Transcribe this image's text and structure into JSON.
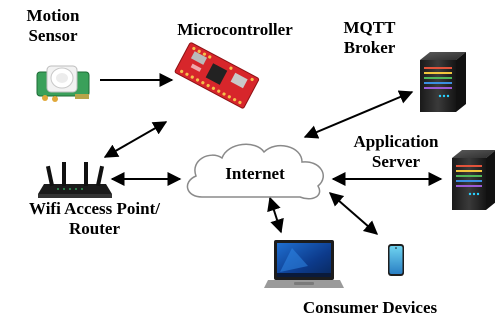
{
  "nodes": {
    "motion_sensor": {
      "line1": "Motion",
      "line2": "Sensor"
    },
    "microcontroller": {
      "label": "Microcontroller"
    },
    "mqtt_broker": {
      "line1": "MQTT",
      "line2": "Broker"
    },
    "application_server": {
      "line1": "Application",
      "line2": "Server"
    },
    "internet": {
      "label": "Internet"
    },
    "wifi_router": {
      "line1": "Wifi Access Point/",
      "line2": "Router"
    },
    "consumer_devices": {
      "label": "Consumer Devices"
    }
  },
  "icons": {
    "motion_sensor": "pir-sensor-icon",
    "microcontroller": "circuit-board-icon",
    "mqtt_broker": "server-tower-icon",
    "application_server": "server-tower-icon",
    "internet": "cloud-icon",
    "wifi_router": "wifi-router-icon",
    "laptop": "laptop-icon",
    "smartphone": "smartphone-icon"
  },
  "connections": [
    {
      "from": "motion_sensor",
      "to": "microcontroller",
      "direction": "one-way"
    },
    {
      "from": "microcontroller",
      "to": "wifi_router",
      "direction": "two-way"
    },
    {
      "from": "wifi_router",
      "to": "internet",
      "direction": "two-way"
    },
    {
      "from": "internet",
      "to": "mqtt_broker",
      "direction": "two-way"
    },
    {
      "from": "internet",
      "to": "application_server",
      "direction": "two-way"
    },
    {
      "from": "internet",
      "to": "laptop",
      "direction": "two-way"
    },
    {
      "from": "internet",
      "to": "smartphone",
      "direction": "two-way"
    }
  ],
  "colors": {
    "text": "#000000",
    "arrow": "#000000",
    "board": "#d7262b",
    "server_body": "#2b2b2b",
    "cloud_stroke": "#8a8a8a"
  }
}
